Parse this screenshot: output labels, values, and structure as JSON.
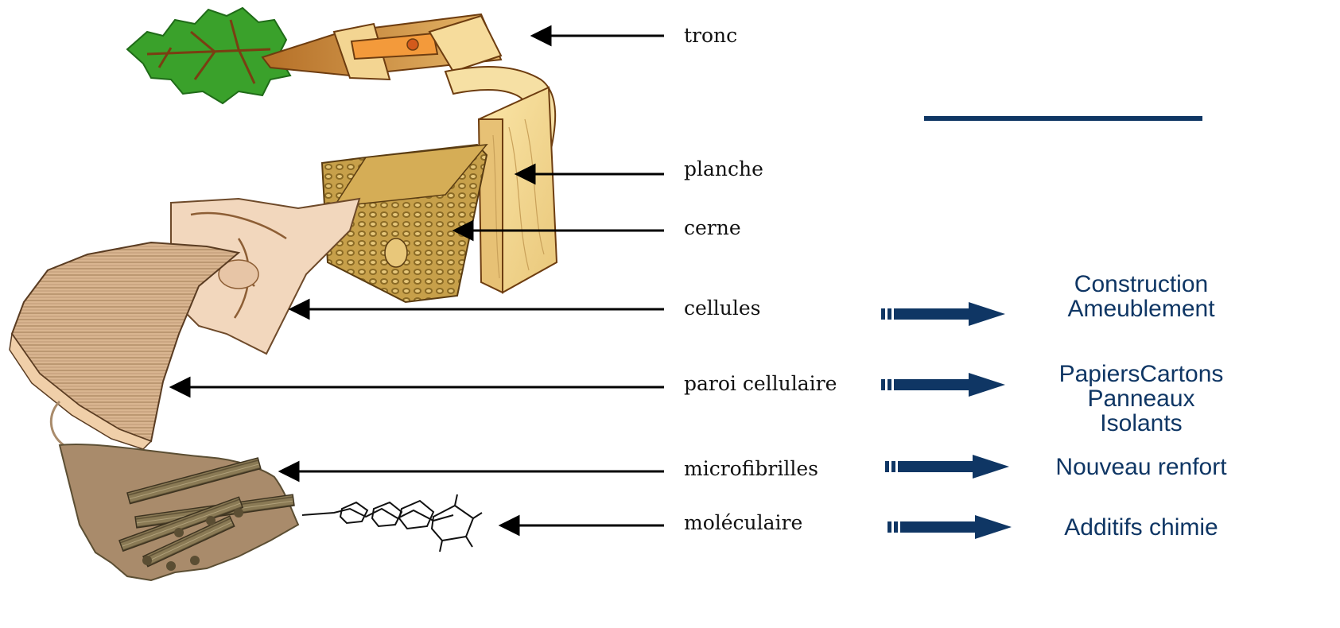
{
  "levels": [
    {
      "id": "tronc",
      "label": "tronc"
    },
    {
      "id": "planche",
      "label": "planche"
    },
    {
      "id": "cerne",
      "label": "cerne"
    },
    {
      "id": "cellules",
      "label": "cellules"
    },
    {
      "id": "paroi",
      "label": "paroi cellulaire"
    },
    {
      "id": "microfibrilles",
      "label": "microfibrilles"
    },
    {
      "id": "moleculaire",
      "label": "moléculaire"
    }
  ],
  "applications": {
    "cellules": [
      "Construction",
      "Ameublement"
    ],
    "paroi": [
      "PapiersCartons",
      "Panneaux",
      "Isolants"
    ],
    "microfibrilles": [
      "Nouveau renfort"
    ],
    "moleculaire": [
      "Additifs chimie"
    ]
  },
  "colors": {
    "arrow_black": "#000000",
    "app_arrow": "#0f3664",
    "app_text": "#0f3664",
    "leaf_green": "#3aa12b",
    "wood_light": "#f3d592",
    "wood_dark": "#c78a3a",
    "wall_tan": "#e8c9a4",
    "fibril_brown": "#7a6a46"
  }
}
